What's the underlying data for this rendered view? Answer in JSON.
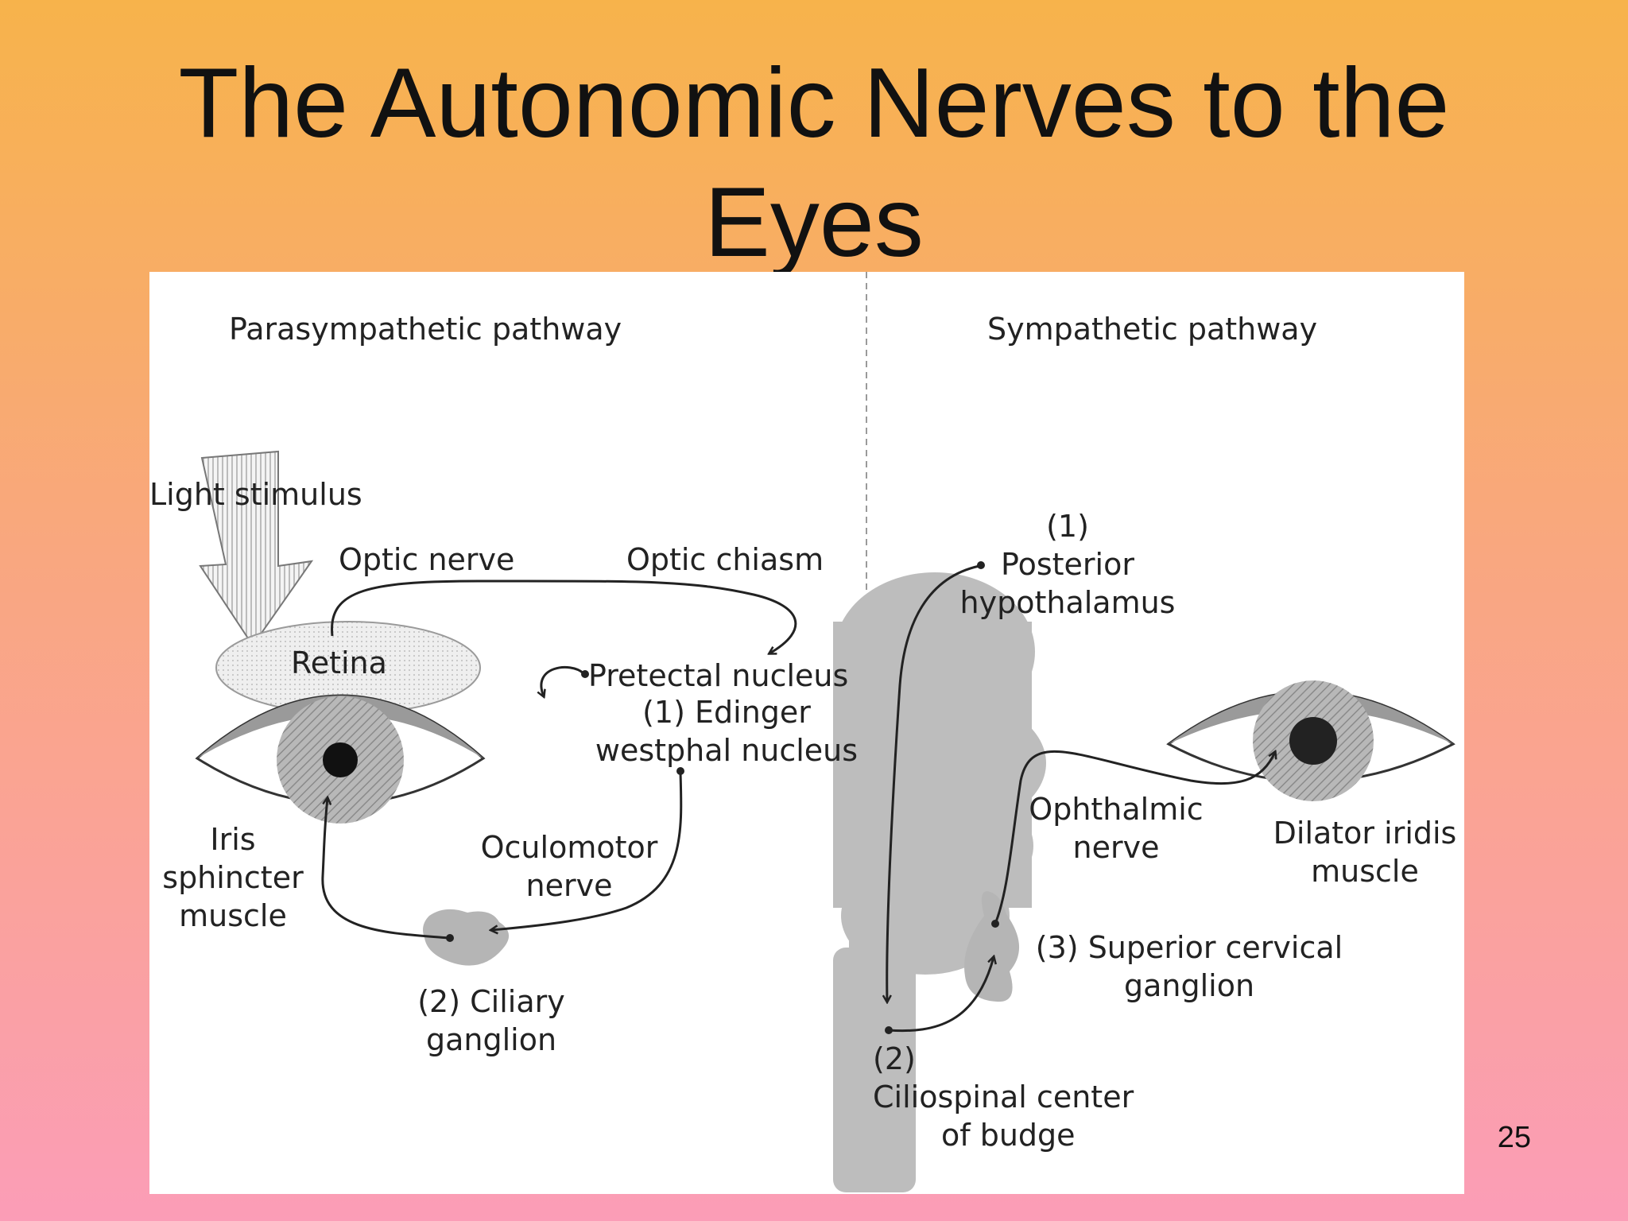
{
  "slide": {
    "title_line1": "The Autonomic Nerves to the",
    "title_line2": "Eyes",
    "page_number": "25"
  },
  "diagram": {
    "parasympathetic": {
      "heading": "Parasympathetic pathway",
      "light_stimulus": "Light stimulus",
      "optic_nerve": "Optic nerve",
      "optic_chiasm": "Optic chiasm",
      "retina": "Retina",
      "pretectal_nucleus": "Pretectal nucleus",
      "edinger_line1": "(1) Edinger",
      "edinger_line2": "westphal nucleus",
      "iris_line1": "Iris",
      "iris_line2": "sphincter",
      "iris_line3": "muscle",
      "oculomotor_line1": "Oculomotor",
      "oculomotor_line2": "nerve",
      "ciliary_line1": "(2) Ciliary",
      "ciliary_line2": "ganglion"
    },
    "sympathetic": {
      "heading": "Sympathetic pathway",
      "posterior_num": "(1)",
      "posterior_line1": "Posterior",
      "posterior_line2": "hypothalamus",
      "ophthalmic_line1": "Ophthalmic",
      "ophthalmic_line2": "nerve",
      "dilator_line1": "Dilator iridis",
      "dilator_line2": "muscle",
      "superior_line1": "(3) Superior cervical",
      "superior_line2": "ganglion",
      "ciliospinal_num": "(2)",
      "ciliospinal_line1": "Ciliospinal center",
      "ciliospinal_line2": "of budge"
    }
  }
}
